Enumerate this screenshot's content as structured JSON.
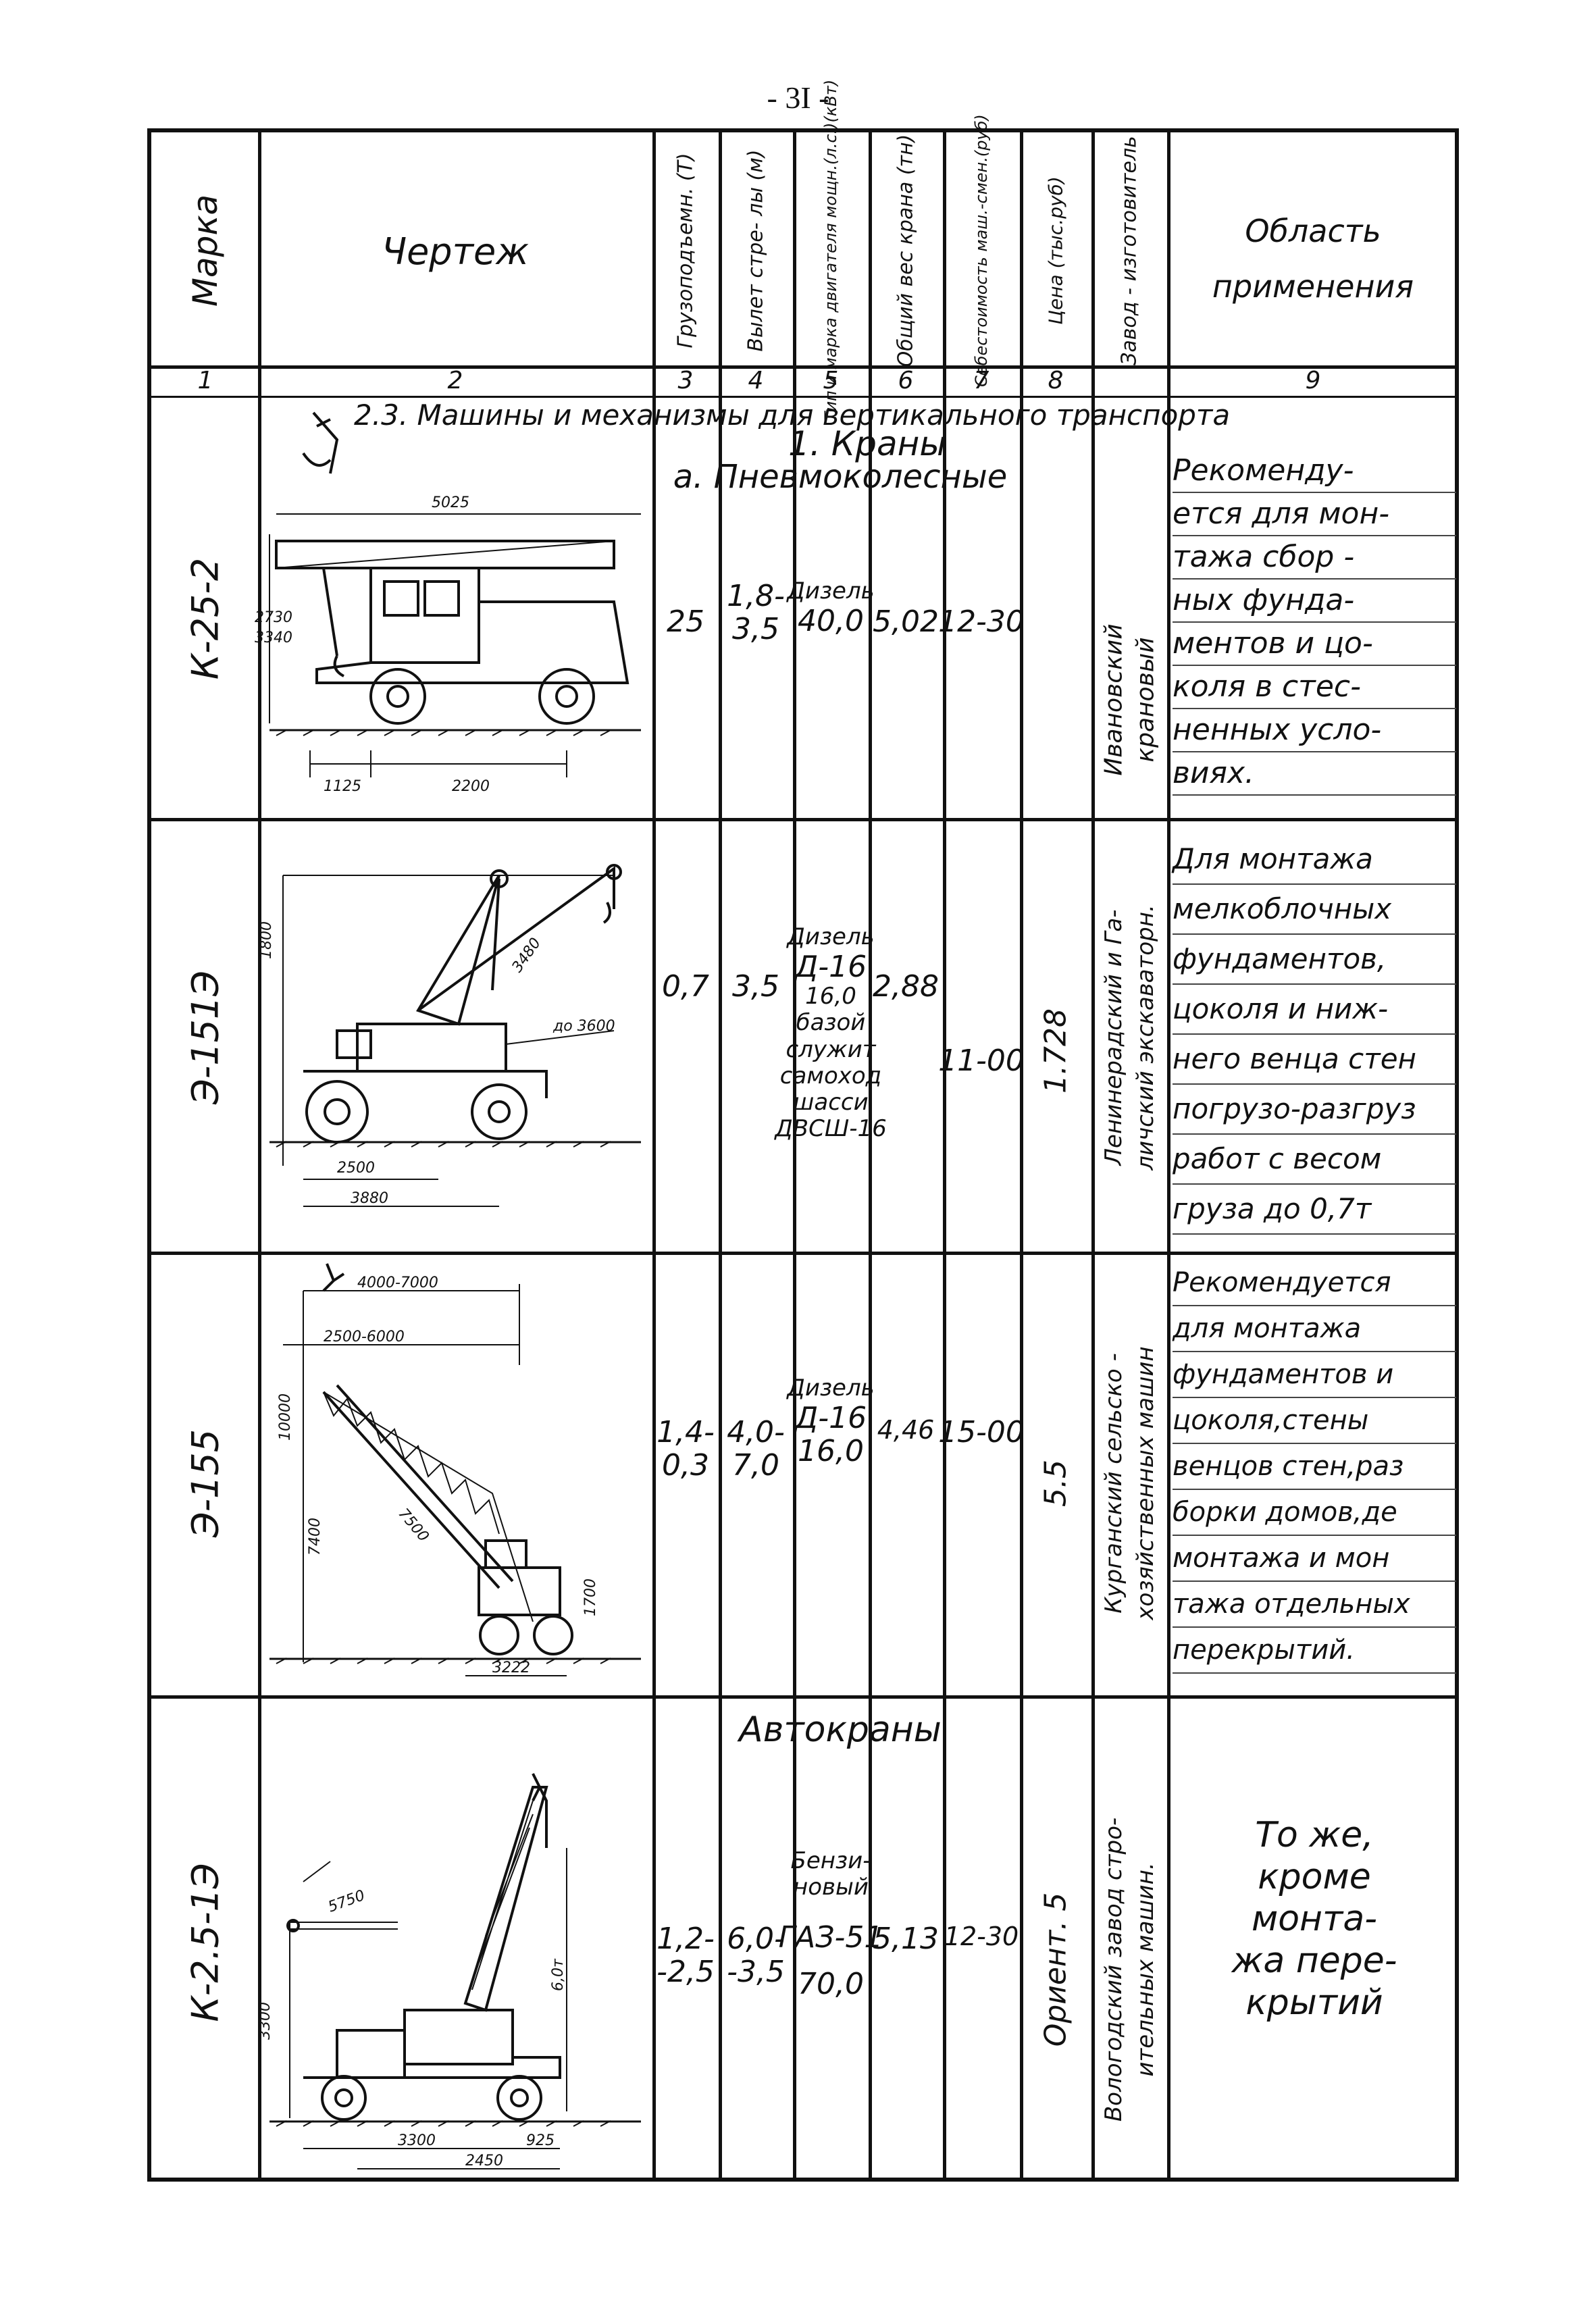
{
  "page_number": "- 3I -",
  "headers": {
    "mark": "Марка",
    "drawing": "Чертеж",
    "capacity": "Грузоподъемн. (Т)",
    "reach": "Вылет стре- лы (м)",
    "engine": "Тип и марка двигателя мощн.(л.с.)(кВт)",
    "weight": "Общий вес крана (тн)",
    "cost": "Себестоимость маш.-смен.(руб)",
    "price": "Цена (тыс.руб)",
    "maker": "Завод - изготовитель",
    "application": "Область применения"
  },
  "column_numbers": [
    "1",
    "2",
    "3",
    "4",
    "5",
    "6",
    "7",
    "8",
    "9"
  ],
  "section_title": "2.3. Машины и механизмы для вертикального транспорта",
  "subsection_title": "1. Краны",
  "group_a": "а. Пневмоколесные",
  "group_b": "Автокраны",
  "rows": [
    {
      "mark": "К-25-2",
      "capacity": "25",
      "reach": [
        "1,8-",
        "3,5"
      ],
      "engine": [
        "Дизель",
        "40,0"
      ],
      "weight": "5,02",
      "cost": "12-30",
      "price": "",
      "maker": [
        "Ивановский",
        "крановый"
      ],
      "application": [
        "Рекоменду-",
        "ется для мон-",
        "тажа сбор -",
        "ных фунда-",
        "ментов и цо-",
        "коля в стес-",
        "ненных усло-",
        "виях."
      ],
      "dims": [
        "5025",
        "2730",
        "3340",
        "1125",
        "2200"
      ]
    },
    {
      "mark": "Э-151Э",
      "capacity": "0,7",
      "reach": [
        "3,5"
      ],
      "engine": [
        "Дизель",
        "Д-16",
        "16,0",
        "базой",
        "служит",
        "самоход",
        "шасси",
        "ДВСШ-16"
      ],
      "weight": "2,88",
      "cost": "11-00",
      "price": "1.728",
      "maker": [
        "Ленинерадский и Га-",
        "личский экскаваторн."
      ],
      "application": [
        "Для монтажа",
        "мелкоблочных",
        "фундаментов,",
        "цоколя и ниж-",
        "него венца стен",
        "погрузо-разгруз",
        "работ с весом",
        "груза до 0,7т"
      ],
      "dims": [
        "3480",
        "до 3600",
        "2500",
        "3880",
        "1800"
      ]
    },
    {
      "mark": "Э-155",
      "capacity": [
        "1,4-",
        "0,3"
      ],
      "reach": [
        "4,0-",
        "7,0"
      ],
      "engine": [
        "Дизель",
        "Д-16",
        "16,0"
      ],
      "weight": "4,46",
      "cost": "15-00",
      "price": "5.5",
      "maker": [
        "Курганский сельско -",
        "хозяйственных машин"
      ],
      "application": [
        "Рекомендуется",
        "для монтажа",
        "фундаментов и",
        "цоколя,стены",
        "венцов стен,раз",
        "борки домов,де",
        "монтажа и мон",
        "тажа отдельных",
        "перекрытий."
      ],
      "dims": [
        "4000-7000",
        "2500-6000",
        "10000",
        "7400",
        "7500",
        "1700",
        "3222"
      ]
    },
    {
      "mark": "К-2.5-1Э",
      "capacity": [
        "1,2-",
        "-2,5"
      ],
      "reach": [
        "6,0-",
        "-3,5"
      ],
      "engine": [
        "Бензи-",
        "новый",
        "ГАЗ-51",
        "70,0"
      ],
      "weight": "5,13",
      "cost": "12-30",
      "price": "Ориент. 5",
      "maker": [
        "Вологодский завод стро-",
        "ительных машин."
      ],
      "application": [
        "То же,",
        "кроме",
        "монта-",
        "жа пере-",
        "крытий"
      ],
      "dims": [
        "5750",
        "3300",
        "6,0т",
        "3300",
        "925",
        "2450"
      ]
    }
  ]
}
